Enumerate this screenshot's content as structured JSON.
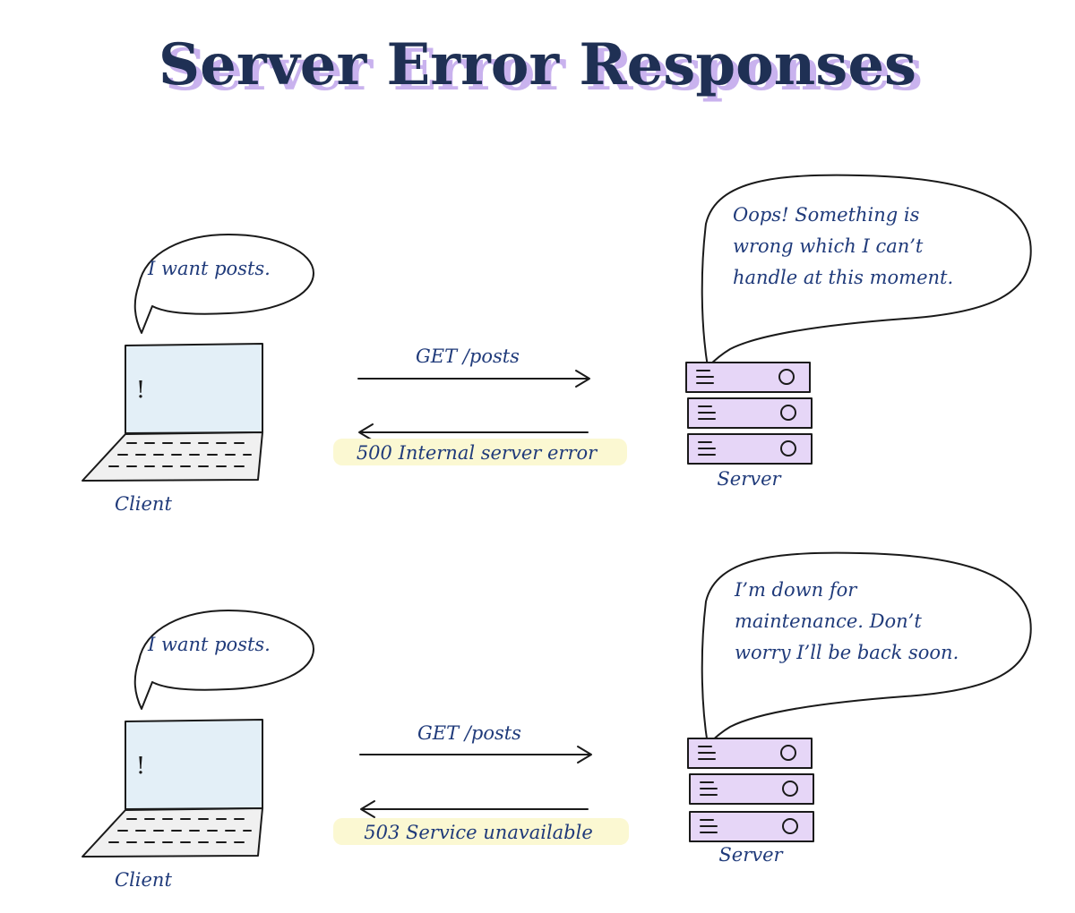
{
  "title": "Server Error Responses",
  "colors": {
    "ink": "#1a1a1a",
    "text": "#1f3a7a",
    "title": "#1f3054",
    "title_shadow": "#c9b2ee",
    "server_fill": "#e6d6f7",
    "screen_fill": "#e3eff7",
    "keyboard_fill": "#f0f0f0",
    "highlight": "#fbf8d2"
  },
  "scenarios": [
    {
      "client_speech": "I want posts.",
      "client_label": "Client",
      "screen_mark": "!",
      "request_label": "GET /posts",
      "response_label": "500 Internal server error",
      "server_speech_lines": [
        "Oops! Something is",
        "wrong which I can’t",
        "handle at this moment."
      ],
      "server_label": "Server"
    },
    {
      "client_speech": "I want posts.",
      "client_label": "Client",
      "screen_mark": "!",
      "request_label": "GET /posts",
      "response_label": "503 Service unavailable",
      "server_speech_lines": [
        "I’m down for",
        "maintenance. Don’t",
        "worry I’ll be back soon."
      ],
      "server_label": "Server"
    }
  ]
}
